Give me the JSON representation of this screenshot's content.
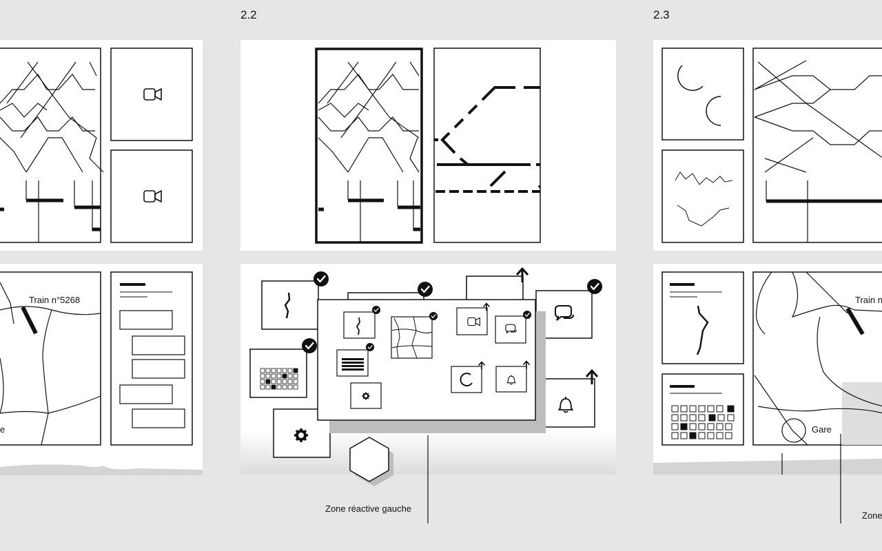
{
  "sections": [
    {
      "label": "2.2"
    },
    {
      "label": "2.3"
    }
  ],
  "map_labels": {
    "train_left": "Train n°5268",
    "left_cut": "e",
    "train_right": "Train n",
    "gare": "Gare"
  },
  "captions": {
    "zone_left": "Zone réactive gauche",
    "zone_right_cut": "Zone"
  },
  "icons": [
    "video-camera-icon",
    "chat-bubbles-icon",
    "bell-icon",
    "gear-icon",
    "check-icon",
    "arrow-up-icon",
    "hexagon-icon",
    "arc-loader-icon"
  ],
  "colors": {
    "background": "#e6e6e6",
    "board": "#ffffff",
    "ink": "#111111",
    "shadow": "#bdbdbd"
  }
}
